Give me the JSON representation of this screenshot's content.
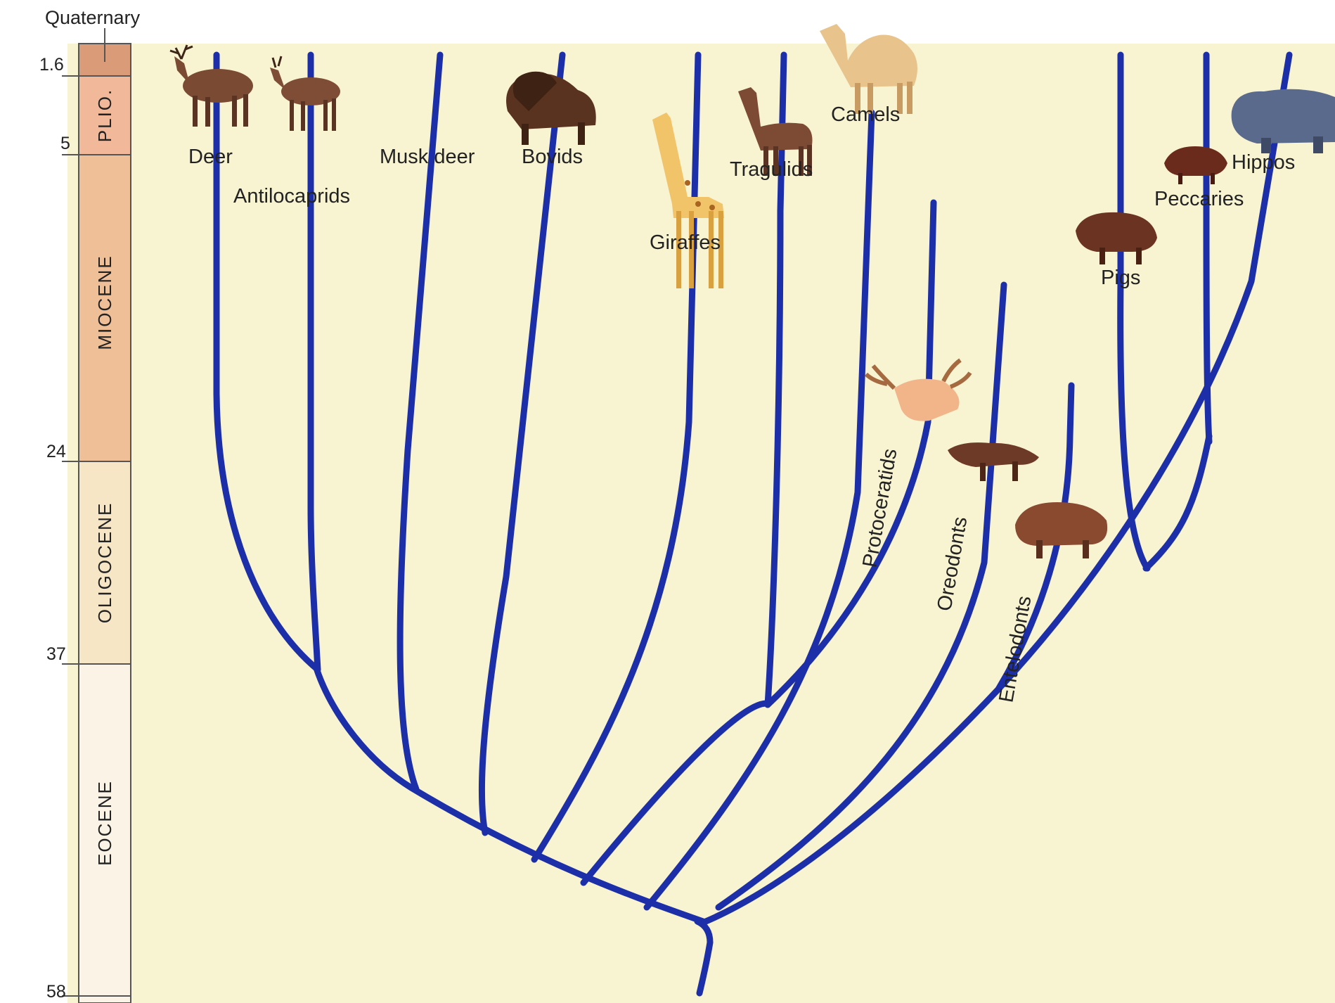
{
  "figure": {
    "background_color": "#f8f4d2",
    "branch_color": "#1c2fa8"
  },
  "timescale": {
    "quaternary_label": "Quaternary",
    "ticks": [
      "1.6",
      "5",
      "24",
      "37",
      "58"
    ],
    "epochs": [
      {
        "label": "PLIO.",
        "color": "#f2b89a"
      },
      {
        "label": "MIOCENE",
        "color": "#efbf98"
      },
      {
        "label": "OLIGOCENE",
        "color": "#f6e6c6"
      },
      {
        "label": "EOCENE",
        "color": "#fbf4e6"
      }
    ],
    "quaternary_color": "#d99b78"
  },
  "taxa": [
    {
      "label": "Deer",
      "icon": "deer-icon"
    },
    {
      "label": "Antilocaprids",
      "icon": "pronghorn-icon"
    },
    {
      "label": "Musk deer",
      "icon": ""
    },
    {
      "label": "Bovids",
      "icon": "bison-icon"
    },
    {
      "label": "Giraffes",
      "icon": "giraffe-icon"
    },
    {
      "label": "Tragulids",
      "icon": "llama-icon"
    },
    {
      "label": "Camels",
      "icon": "camel-icon"
    },
    {
      "label": "Protoceratids",
      "icon": "protoceratid-head-icon"
    },
    {
      "label": "Oreodonts",
      "icon": "oreodont-icon"
    },
    {
      "label": "Entelodonts",
      "icon": "entelodont-icon"
    },
    {
      "label": "Pigs",
      "icon": "pig-icon"
    },
    {
      "label": "Peccaries",
      "icon": "peccary-icon"
    },
    {
      "label": "Hippos",
      "icon": "hippo-icon"
    }
  ]
}
